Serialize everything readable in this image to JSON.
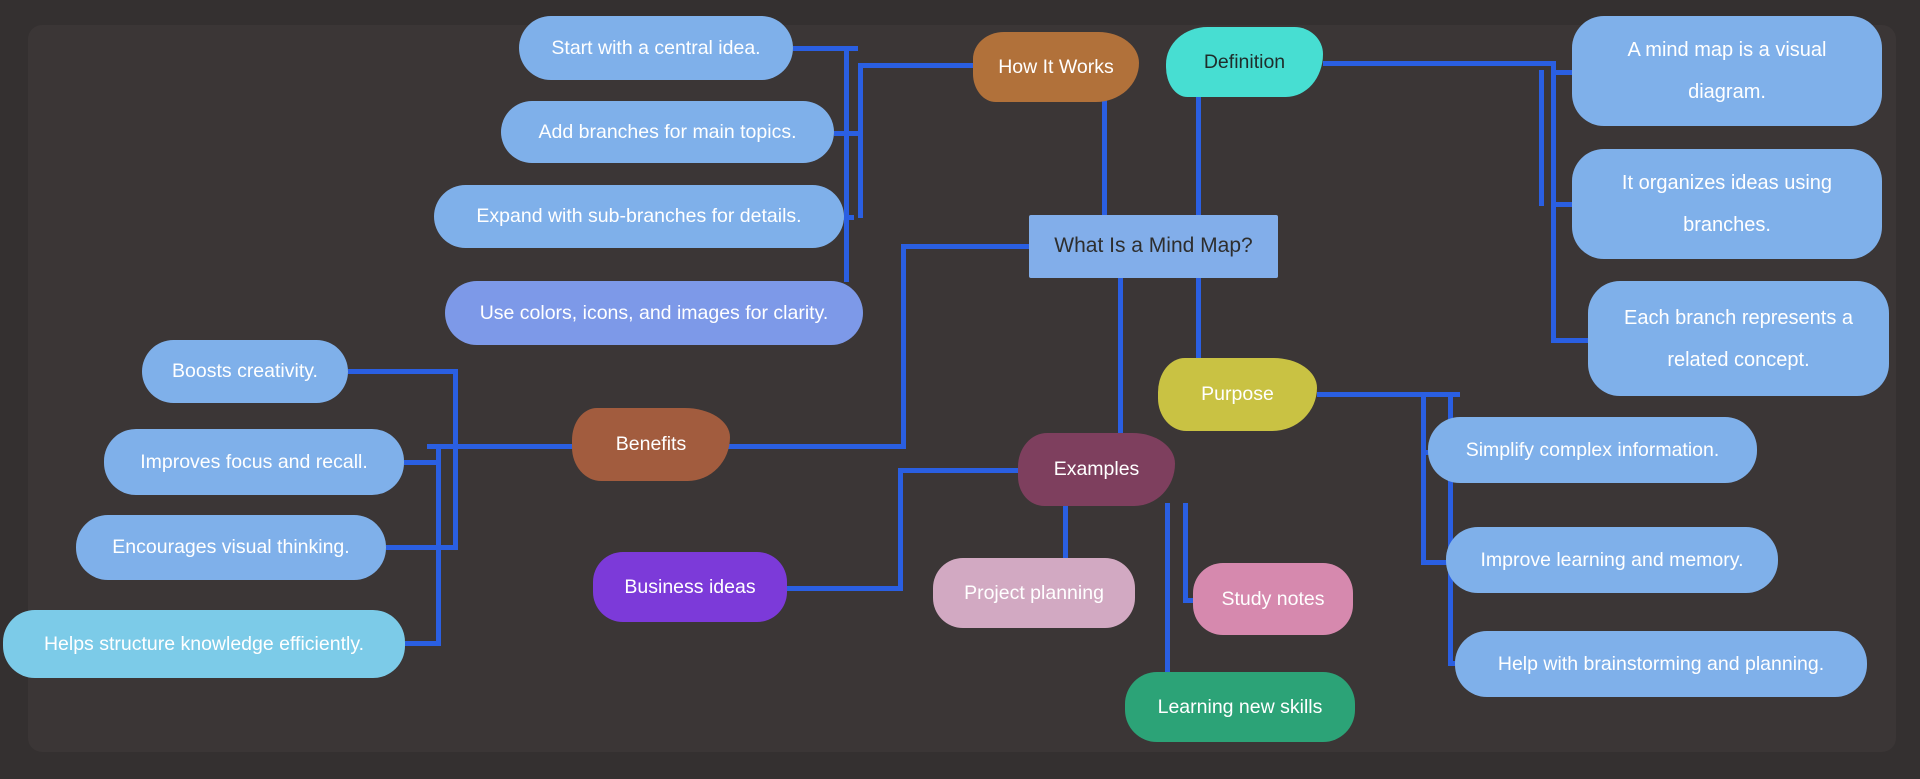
{
  "palette": {
    "background": "#343030",
    "panel": "#3b3636",
    "edge_blue": "#2a5fe2",
    "node_blue": "#7fb0ea",
    "node_periwinkle": "#7d99e8",
    "node_cyan": "#7ccbe8",
    "node_brown": "#b1713a",
    "node_turquoise": "#47ded2",
    "node_sienna": "#a25c3e",
    "node_citron": "#c9c243",
    "node_plum": "#7e3f5e",
    "node_purple": "#7c3ad9",
    "node_mauve": "#d2a9c2",
    "node_pink": "#d689ae",
    "node_green": "#2ca377",
    "central_fill": "#82aeea"
  },
  "central": {
    "label": "What Is a Mind Map?"
  },
  "branches": [
    {
      "label": "How It Works",
      "children": [
        {
          "label": "Start with a central idea."
        },
        {
          "label": "Add branches for main topics."
        },
        {
          "label": "Expand with sub-branches for details."
        },
        {
          "label": "Use colors, icons, and images for clarity."
        }
      ]
    },
    {
      "label": "Definition",
      "children": [
        {
          "label": "A mind map is a visual diagram."
        },
        {
          "label": "It organizes ideas using branches."
        },
        {
          "label": "Each branch represents a related concept."
        }
      ]
    },
    {
      "label": "Benefits",
      "children": [
        {
          "label": "Boosts creativity."
        },
        {
          "label": "Improves focus and recall."
        },
        {
          "label": "Encourages visual thinking."
        },
        {
          "label": "Helps structure knowledge efficiently."
        }
      ]
    },
    {
      "label": "Purpose",
      "children": [
        {
          "label": "Simplify complex information."
        },
        {
          "label": "Improve learning and memory."
        },
        {
          "label": "Help with brainstorming and planning."
        }
      ]
    },
    {
      "label": "Examples",
      "children": [
        {
          "label": "Business ideas"
        },
        {
          "label": "Project planning"
        },
        {
          "label": "Study notes"
        },
        {
          "label": "Learning new skills"
        }
      ]
    }
  ]
}
